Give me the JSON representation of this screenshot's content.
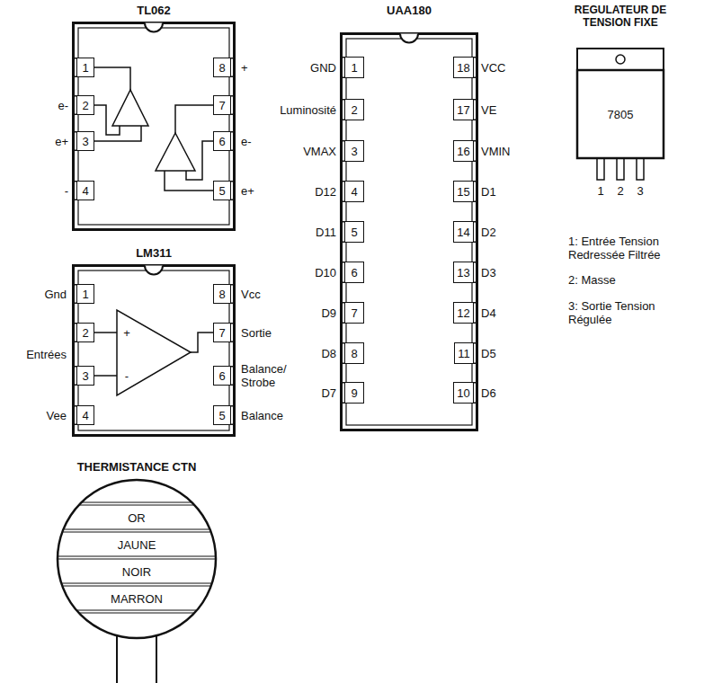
{
  "diagram": {
    "nodes": [
      {
        "text": [
          "TL062"
        ]
      },
      {
        "text": [
          "1"
        ],
        "in": 0
      },
      {
        "text": [
          "2"
        ],
        "in": 0
      },
      {
        "text": [
          "3"
        ],
        "in": 0
      },
      {
        "text": [
          "4"
        ],
        "in": 0
      },
      {
        "text": [
          "5"
        ],
        "in": 0
      },
      {
        "text": [
          "6"
        ],
        "in": 0
      },
      {
        "text": [
          "7"
        ],
        "in": 0
      },
      {
        "text": [
          "8"
        ],
        "in": 0
      },
      {
        "text": [
          "UAA180"
        ]
      },
      {
        "text": [
          "1"
        ],
        "in": 9
      },
      {
        "text": [
          "2"
        ],
        "in": 9
      },
      {
        "text": [
          "3"
        ],
        "in": 9
      },
      {
        "text": [
          "4"
        ],
        "in": 9
      },
      {
        "text": [
          "5"
        ],
        "in": 9
      },
      {
        "text": [
          "6"
        ],
        "in": 9
      },
      {
        "text": [
          "7"
        ],
        "in": 9
      },
      {
        "text": [
          "8"
        ],
        "in": 9
      },
      {
        "text": [
          "9"
        ],
        "in": 9
      },
      {
        "text": [
          "10"
        ],
        "in": 9
      },
      {
        "text": [
          "11"
        ],
        "in": 9
      },
      {
        "text": [
          "12"
        ],
        "in": 9
      },
      {
        "text": [
          "13"
        ],
        "in": 9
      },
      {
        "text": [
          "14"
        ],
        "in": 9
      },
      {
        "text": [
          "15"
        ],
        "in": 9
      },
      {
        "text": [
          "16"
        ],
        "in": 9
      },
      {
        "text": [
          "17"
        ],
        "in": 9
      },
      {
        "text": [
          "18"
        ],
        "in": 9
      },
      {
        "text": [
          "REGULATEUR DE TENSION FIXE",
          "7805"
        ]
      },
      {
        "text": [
          "LM311"
        ]
      },
      {
        "text": [
          "1"
        ],
        "in": 29
      },
      {
        "text": [
          "2"
        ],
        "in": 29
      },
      {
        "text": [
          "3"
        ],
        "in": 29
      },
      {
        "text": [
          "4"
        ],
        "in": 29
      },
      {
        "text": [
          "5"
        ],
        "in": 29
      },
      {
        "text": [
          "6"
        ],
        "in": 29
      },
      {
        "text": [
          "7"
        ],
        "in": 29
      },
      {
        "text": [
          "8"
        ],
        "in": 29
      },
      {
        "text": [
          "THERMISTANCE CTN"
        ]
      },
      {
        "text": [
          "OR"
        ],
        "in": 38
      },
      {
        "text": [
          "JAUNE"
        ],
        "in": 38
      },
      {
        "text": [
          "NOIR"
        ],
        "in": 38
      },
      {
        "text": [
          "MARRON"
        ],
        "in": 38
      }
    ],
    "labels": [
      "e-",
      "e+",
      "-",
      "+",
      "e-",
      "e+",
      "GND",
      "Luminosité",
      "VMAX",
      "D12",
      "D11",
      "D10",
      "D9",
      "D8",
      "D7",
      "VCC",
      "VE",
      "VMIN",
      "D1",
      "D2",
      "D3",
      "D4",
      "D5",
      "D6",
      "1",
      "2",
      "3",
      "1: Entrée Tension Redressée Filtrée",
      "2: Masse",
      "3: Sortie Tension Régulée",
      "Gnd",
      "Entrées",
      "Vee",
      "Vcc",
      "Sortie",
      "Balance/ Strobe",
      "Balance",
      "+",
      "-"
    ]
  }
}
